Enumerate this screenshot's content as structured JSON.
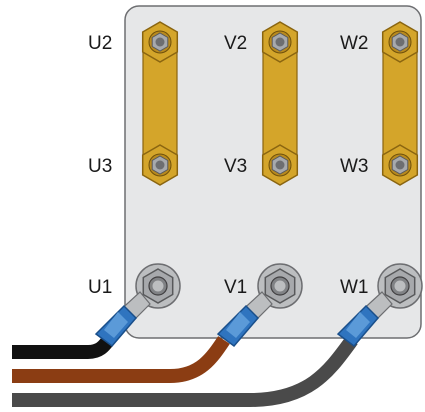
{
  "terminal_labels": {
    "u2": "U2",
    "v2": "V2",
    "w2": "W2",
    "u3": "U3",
    "v3": "V3",
    "w3": "W3",
    "u1": "U1",
    "v1": "V1",
    "w1": "W1"
  },
  "colors": {
    "board": "#e6e7e8",
    "board_stroke": "#6d6e71",
    "brass": "#d4a52a",
    "brass_dark": "#9c7415",
    "nut": "#a7a9ac",
    "lug_blue": "#2f74bf",
    "lug_blue_dark": "#1a4f8a",
    "wire_black": "#111111",
    "wire_brown": "#8b3d13",
    "wire_gray": "#4a4a4a"
  },
  "icons": {
    "nut": "hex-nut-icon",
    "link": "brass-link-icon",
    "lug": "ring-lug-icon",
    "wire": "cable-icon"
  }
}
